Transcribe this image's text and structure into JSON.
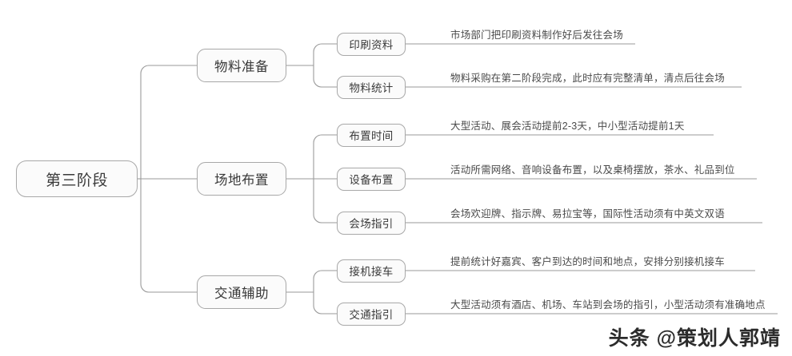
{
  "diagram": {
    "type": "mindmap",
    "orientation": "left-to-right",
    "root": {
      "label": "第三阶段"
    },
    "branches": [
      {
        "label": "物料准备",
        "children": [
          {
            "label": "印刷资料",
            "description": "市场部门把印刷资料制作好后发往会场"
          },
          {
            "label": "物料统计",
            "description": "物料采购在第二阶段完成，此时应有完整清单，清点后往会场"
          }
        ]
      },
      {
        "label": "场地布置",
        "children": [
          {
            "label": "布置时间",
            "description": "大型活动、展会活动提前2-3天，中小型活动提前1天"
          },
          {
            "label": "设备布置",
            "description": "活动所需网络、音响设备布置，以及桌椅摆放，茶水、礼品到位"
          },
          {
            "label": "会场指引",
            "description": "会场欢迎牌、指示牌、易拉宝等，国际性活动须有中英文双语"
          }
        ]
      },
      {
        "label": "交通辅助",
        "children": [
          {
            "label": "接机接车",
            "description": "提前统计好嘉宾、客户到达的时间和地点，安排分别接机接车"
          },
          {
            "label": "交通指引",
            "description": "大型活动须有酒店、机场、车站到会场的指引，小型活动须有准确地点"
          }
        ]
      }
    ]
  },
  "watermark": {
    "text": "头条 @策划人郭靖"
  },
  "colors": {
    "line": "#9a9a9a",
    "node_border": "#a8a8a8",
    "node_fill": "#fbfbfb",
    "node_text": "#3a3a3a",
    "description_text": "#4a4a4a",
    "background": "#ffffff"
  }
}
